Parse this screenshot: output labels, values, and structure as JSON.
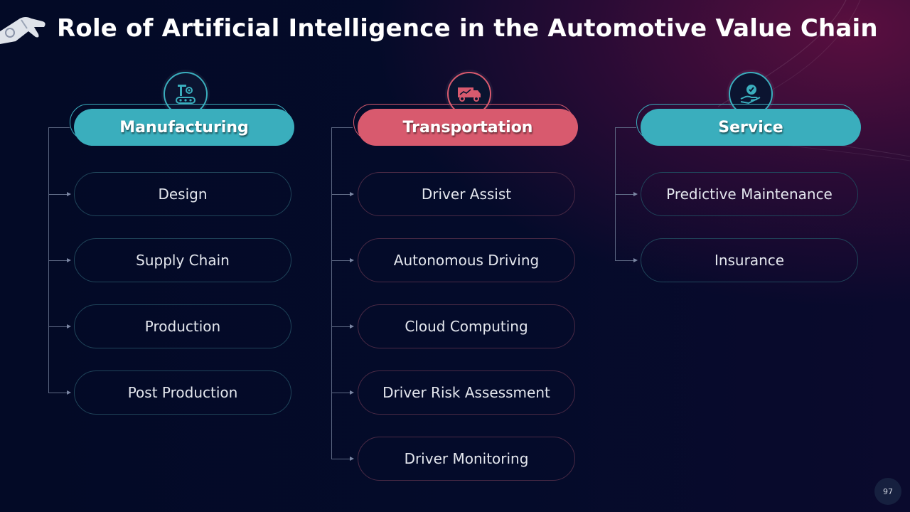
{
  "title": "Role of Artificial Intelligence in the Automotive Value Chain",
  "colors": {
    "teal": "#3aaebd",
    "red": "#d85a6e",
    "background": "#040b2a"
  },
  "columns": [
    {
      "title": "Manufacturing",
      "icon": "factory-robot-icon",
      "accent": "teal",
      "items": [
        "Design",
        "Supply Chain",
        "Production",
        "Post Production"
      ]
    },
    {
      "title": "Transportation",
      "icon": "delivery-truck-icon",
      "accent": "red",
      "items": [
        "Driver Assist",
        "Autonomous Driving",
        "Cloud Computing",
        "Driver Risk Assessment",
        "Driver Monitoring"
      ]
    },
    {
      "title": "Service",
      "icon": "hand-service-icon",
      "accent": "teal",
      "items": [
        "Predictive Maintenance",
        "Insurance"
      ]
    }
  ],
  "page_number": "97"
}
